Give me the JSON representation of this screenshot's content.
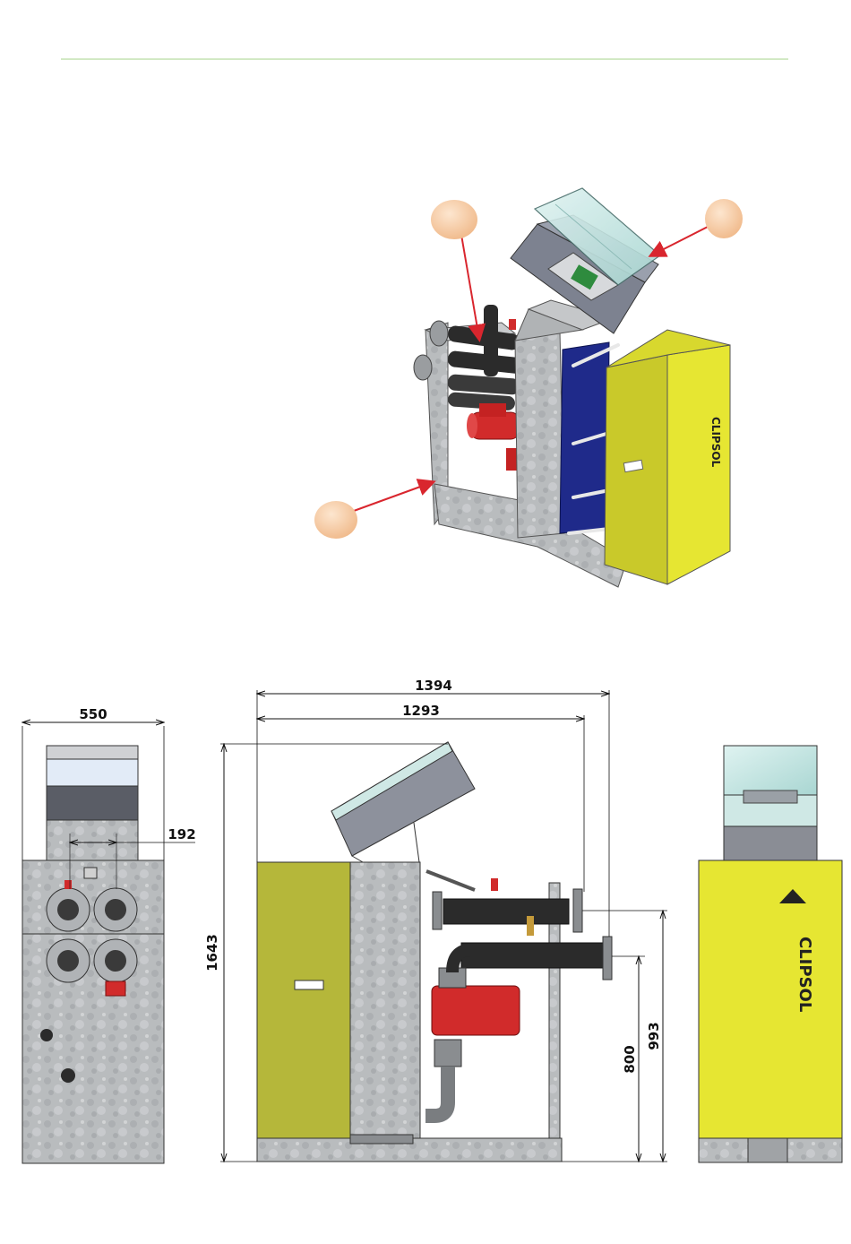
{
  "header": {
    "rule_color": "#b8dca0"
  },
  "exploded_view": {
    "callout_color": "#d9262e",
    "bubble_color": "#f5c9a0",
    "brand_mark": "CLIPSOL"
  },
  "dimensions": {
    "front_width": "550",
    "nozzle_spacing": "192",
    "overall_length": "1394",
    "frame_length": "1293",
    "overall_height": "1643",
    "upper_connection_height": "993",
    "lower_connection_height": "800"
  },
  "colors": {
    "galvanized": "#b9bcbe",
    "yellow_panel": "#e6e632",
    "olive_panel": "#b5b73a",
    "plate_blue": "#1f2a8a",
    "pump_red": "#d12b2b",
    "pipe_black": "#2b2b2b",
    "glass": "#bfe4e0"
  }
}
